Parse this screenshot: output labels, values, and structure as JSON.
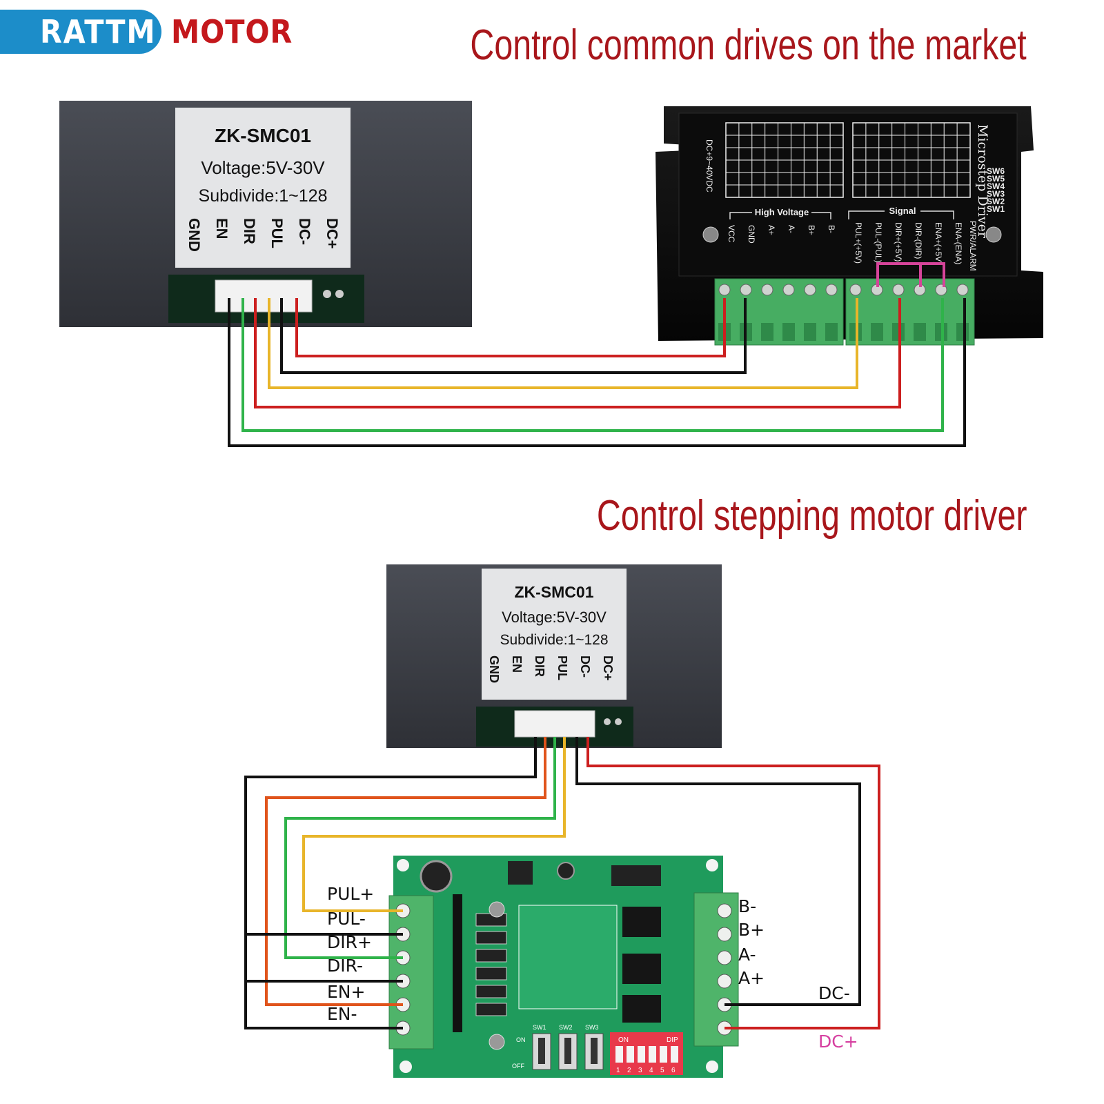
{
  "logo": {
    "left": "RATTM",
    "right": "MOTOR"
  },
  "headings": {
    "top": "Control common drives on the market",
    "bottom": "Control stepping motor driver"
  },
  "controller": {
    "model": "ZK-SMC01",
    "voltage": "Voltage:5V-30V",
    "subdivide": "Subdivide:1~128",
    "pins": [
      "GND",
      "EN",
      "DIR",
      "PUL",
      "DC-",
      "DC+"
    ]
  },
  "microstep_driver": {
    "title": "Microstep Driver",
    "dc_range": "DC+9~40VDC",
    "group_high": "High Voltage",
    "group_signal": "Signal",
    "high_terminals": [
      "VCC",
      "GND",
      "A+",
      "A-",
      "B+",
      "B-"
    ],
    "signal_terminals": [
      "PUL+(+5V)",
      "PUL-(PUL)",
      "DIR+(+5V)",
      "DIR-(DIR)",
      "ENA+(+5V)",
      "ENA-(ENA)"
    ],
    "alarm_label": "PWR/ALARM",
    "switches": [
      "SW6",
      "SW5",
      "SW4",
      "SW3",
      "SW2",
      "SW1"
    ]
  },
  "driver_board": {
    "left_labels": [
      "PUL+",
      "PUL-",
      "DIR+",
      "DIR-",
      "EN+",
      "EN-"
    ],
    "right_labels": [
      "B-",
      "B+",
      "A-",
      "A+"
    ],
    "dc_minus": "DC-",
    "dc_plus": "DC+",
    "dip_on": "ON",
    "dip_dip": "DIP",
    "dip_numbers": [
      "1",
      "2",
      "3",
      "4",
      "5",
      "6"
    ],
    "switch_labels": [
      "SW1",
      "SW2",
      "SW3"
    ],
    "on_label": "ON",
    "off_label": "OFF"
  },
  "colors": {
    "brand_blue": "#1c8dc9",
    "heading_red": "#a8161b",
    "wire_red": "#cc1f1f",
    "wire_black": "#111111",
    "wire_green": "#2fb34a",
    "wire_yellow": "#e8b52a",
    "wire_orange": "#e0541c",
    "bridge_magenta": "#d6449a",
    "dc_plus_text": "#d63fa0",
    "terminal_green": "#4fb46a",
    "pcb_green": "#1f9b5c"
  }
}
